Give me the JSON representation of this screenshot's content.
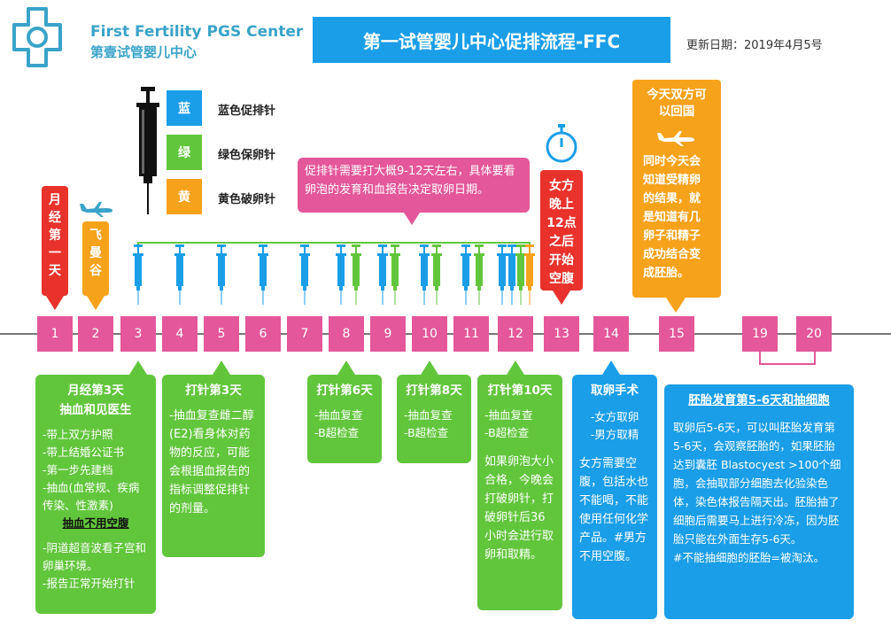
{
  "header": {
    "logo_en": "First Fertility PGS Center",
    "logo_cn": "第壹试管婴儿中心",
    "title": "第一试管婴儿中心促排流程-FFC",
    "date": "更新日期：2019年4月5号"
  },
  "legend": [
    {
      "key": "蓝",
      "label": "蓝色促排针",
      "color": "#1a9ee8"
    },
    {
      "key": "绿",
      "label": "绿色保卵针",
      "color": "#62c63c"
    },
    {
      "key": "黄",
      "label": "黄色破卵针",
      "color": "#f7a21b"
    }
  ],
  "markers": {
    "day1": "月经第一天",
    "day2": "飞曼谷",
    "day13": "女方晚上12点之后开始空腹",
    "day15_title": "今天双方可以回国",
    "day15_body": "同时今天会知道受精卵的结果，就是知道有几卵子和精子成功结合变成胚胎。"
  },
  "note": "促排针需要打大概9-12天左右，具体要看卵泡的发育和血报告决定取卵日期。",
  "days": [
    "1",
    "2",
    "3",
    "4",
    "5",
    "6",
    "7",
    "8",
    "9",
    "10",
    "11",
    "12",
    "13",
    "14",
    "15",
    "19",
    "20"
  ],
  "cards": {
    "c1": {
      "title": "月经第3天",
      "subtitle": "抽血和见医生",
      "items": [
        "-带上双方护照",
        "-带上结婚公证书",
        "-第一步先建档",
        "-抽血(血常规、疾病传染、性激素)"
      ],
      "emph": "抽血不用空腹",
      "items2": [
        "-阴道超音波看子宫和卵巢环境。",
        "-报告正常开始打针"
      ]
    },
    "c2": {
      "title": "打针第3天",
      "body": "-抽血复查雌二醇(E2)看身体对药物的反应，可能会根据血报告的指标调整促排针的剂量。"
    },
    "c3": {
      "title": "打针第6天",
      "items": [
        "-抽血复查",
        "-B超检查"
      ]
    },
    "c4": {
      "title": "打针第8天",
      "items": [
        "-抽血复查",
        "-B超检查"
      ]
    },
    "c5": {
      "title": "打针第10天",
      "items": [
        "-抽血复查",
        "-B超检查"
      ],
      "body": "如果卵泡大小合格，今晚会打破卵针，打破卵针后36小时会进行取卵和取精。"
    },
    "c6": {
      "title": "取卵手术",
      "items": [
        "-女方取卵",
        "-男方取精"
      ],
      "body": "女方需要空腹，包括水也不能喝，不能使用任何化学产品。#男方不用空腹。"
    },
    "c7": {
      "title": "胚胎发育第5-6天和抽细胞",
      "body": "取卵后5-6天，可以叫胚胎发育第5-6天，会观察胚胎的，如果胚胎达到囊胚 Blastocyest >100个细胞，会抽取部分细胞去化验染色体，染色体报告隔天出。胚胎抽了细胞后需要马上进行冷冻，因为胚胎只能在外面生存5-6天。",
      "footer": "#不能抽细胞的胚胎=被淘汰。"
    }
  }
}
